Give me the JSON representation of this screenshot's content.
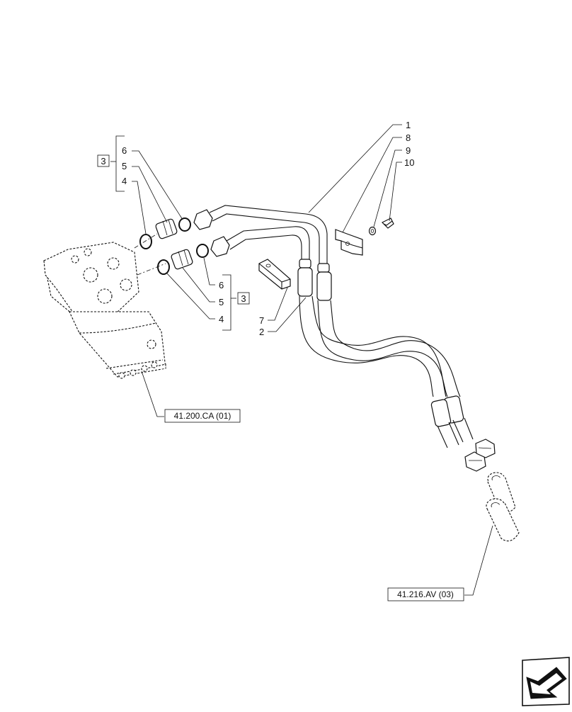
{
  "callouts": {
    "c1": "1",
    "c8": "8",
    "c9": "9",
    "c10": "10",
    "c6a": "6",
    "c5a": "5",
    "c4a": "4",
    "c6b": "6",
    "c5b": "5",
    "c4b": "4",
    "c7": "7",
    "c2": "2"
  },
  "group_boxes": {
    "upper": "3",
    "lower": "3"
  },
  "references": {
    "steering_unit": "41.200.CA (01)",
    "cylinder": "41.216.AV (03)"
  },
  "icons": {
    "nav": "previous-page-arrow-icon"
  }
}
